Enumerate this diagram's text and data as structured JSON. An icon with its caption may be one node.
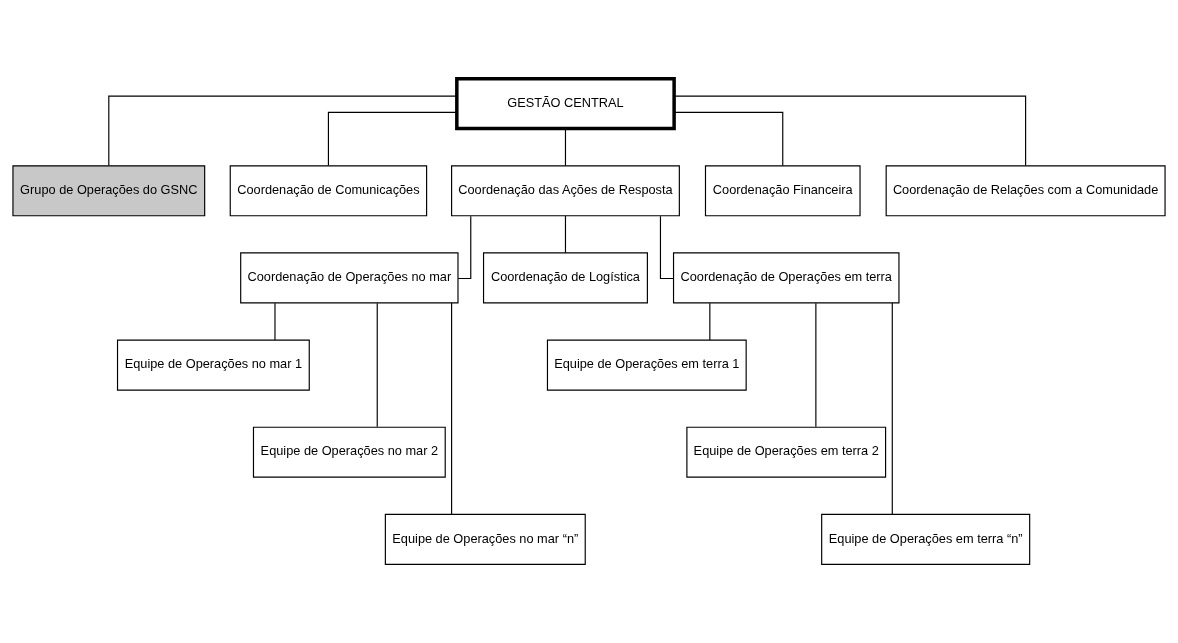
{
  "diagram": {
    "nodes": [
      {
        "text": [
          "GESTÃO CENTRAL"
        ]
      },
      {
        "text": [
          "Grupo de Operações do GSNC"
        ]
      },
      {
        "text": [
          "Coordenação de Comunicações"
        ]
      },
      {
        "text": [
          "Coordenação das Ações de Resposta"
        ]
      },
      {
        "text": [
          "Coordenação Financeira"
        ]
      },
      {
        "text": [
          "Coordenação de Relações com a Comunidade"
        ]
      },
      {
        "text": [
          "Coordenação de Operações no mar"
        ]
      },
      {
        "text": [
          "Coordenação de Logística"
        ]
      },
      {
        "text": [
          "Coordenação de Operações em terra"
        ]
      },
      {
        "text": [
          "Equipe de Operações no mar 1"
        ]
      },
      {
        "text": [
          "Equipe de Operações no mar 2"
        ]
      },
      {
        "text": [
          "Equipe de Operações no mar “n”"
        ]
      },
      {
        "text": [
          "Equipe de Operações em terra 1"
        ]
      },
      {
        "text": [
          "Equipe de Operações em terra 2"
        ]
      },
      {
        "text": [
          "Equipe de Operações em terra “n”"
        ]
      }
    ],
    "edges": [
      {
        "from": 0,
        "to": 1,
        "arrow": "none"
      },
      {
        "from": 0,
        "to": 2,
        "arrow": "none"
      },
      {
        "from": 0,
        "to": 3,
        "arrow": "none"
      },
      {
        "from": 0,
        "to": 4,
        "arrow": "none"
      },
      {
        "from": 0,
        "to": 5,
        "arrow": "none"
      },
      {
        "from": 3,
        "to": 6,
        "arrow": "none"
      },
      {
        "from": 3,
        "to": 7,
        "arrow": "none"
      },
      {
        "from": 3,
        "to": 8,
        "arrow": "none"
      },
      {
        "from": 6,
        "to": 9,
        "arrow": "none"
      },
      {
        "from": 6,
        "to": 10,
        "arrow": "none"
      },
      {
        "from": 6,
        "to": 11,
        "arrow": "none"
      },
      {
        "from": 8,
        "to": 12,
        "arrow": "none"
      },
      {
        "from": 8,
        "to": 13,
        "arrow": "none"
      },
      {
        "from": 8,
        "to": 14,
        "arrow": "none"
      }
    ]
  }
}
